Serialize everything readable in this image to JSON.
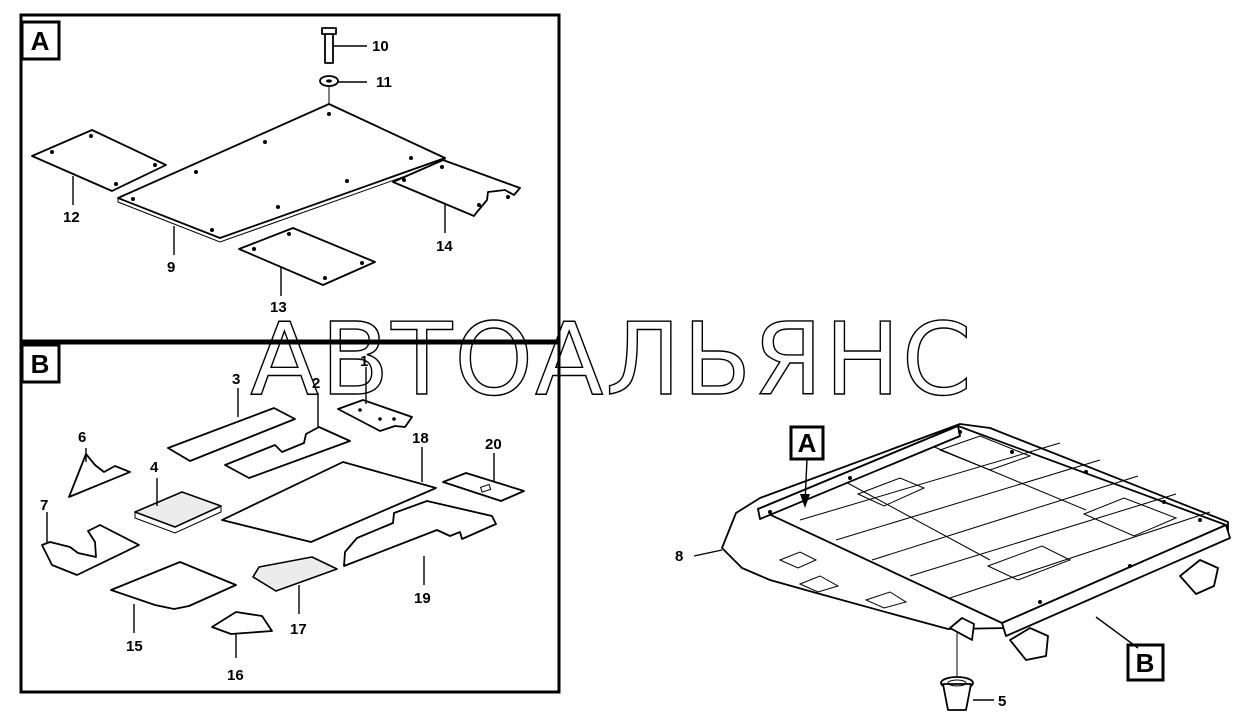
{
  "panels": {
    "a": {
      "letter": "A"
    },
    "b": {
      "letter": "B"
    }
  },
  "assembly": {
    "callout_a": "A",
    "callout_b": "B"
  },
  "callouts": {
    "p1": "1",
    "p2": "2",
    "p3": "3",
    "p4": "4",
    "p5": "5",
    "p6": "6",
    "p7": "7",
    "p8": "8",
    "p9": "9",
    "p10": "10",
    "p11": "11",
    "p12": "12",
    "p13": "13",
    "p14": "14",
    "p15": "15",
    "p16": "16",
    "p17": "17",
    "p18": "18",
    "p19": "19",
    "p20": "20"
  },
  "watermark": "АВТОАЛЬЯНС"
}
